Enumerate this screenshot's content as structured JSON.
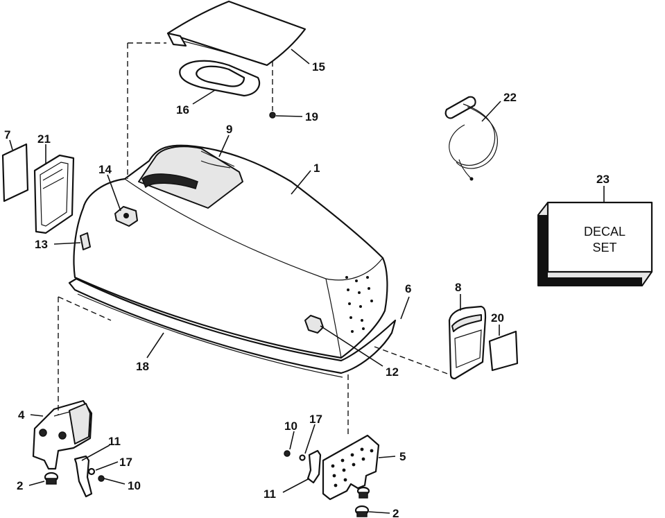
{
  "callouts": [
    {
      "id": "c1",
      "text": "1"
    },
    {
      "id": "c2a",
      "text": "2"
    },
    {
      "id": "c2b",
      "text": "2"
    },
    {
      "id": "c4",
      "text": "4"
    },
    {
      "id": "c5",
      "text": "5"
    },
    {
      "id": "c6",
      "text": "6"
    },
    {
      "id": "c7",
      "text": "7"
    },
    {
      "id": "c8",
      "text": "8"
    },
    {
      "id": "c9",
      "text": "9"
    },
    {
      "id": "c10a",
      "text": "10"
    },
    {
      "id": "c10b",
      "text": "10"
    },
    {
      "id": "c11a",
      "text": "11"
    },
    {
      "id": "c11b",
      "text": "11"
    },
    {
      "id": "c12",
      "text": "12"
    },
    {
      "id": "c13",
      "text": "13"
    },
    {
      "id": "c14",
      "text": "14"
    },
    {
      "id": "c15",
      "text": "15"
    },
    {
      "id": "c16",
      "text": "16"
    },
    {
      "id": "c17a",
      "text": "17"
    },
    {
      "id": "c17b",
      "text": "17"
    },
    {
      "id": "c18",
      "text": "18"
    },
    {
      "id": "c19",
      "text": "19"
    },
    {
      "id": "c20",
      "text": "20"
    },
    {
      "id": "c21",
      "text": "21"
    },
    {
      "id": "c22",
      "text": "22"
    },
    {
      "id": "c23",
      "text": "23"
    }
  ],
  "decal_box": {
    "line1": "DECAL",
    "line2": "SET"
  }
}
